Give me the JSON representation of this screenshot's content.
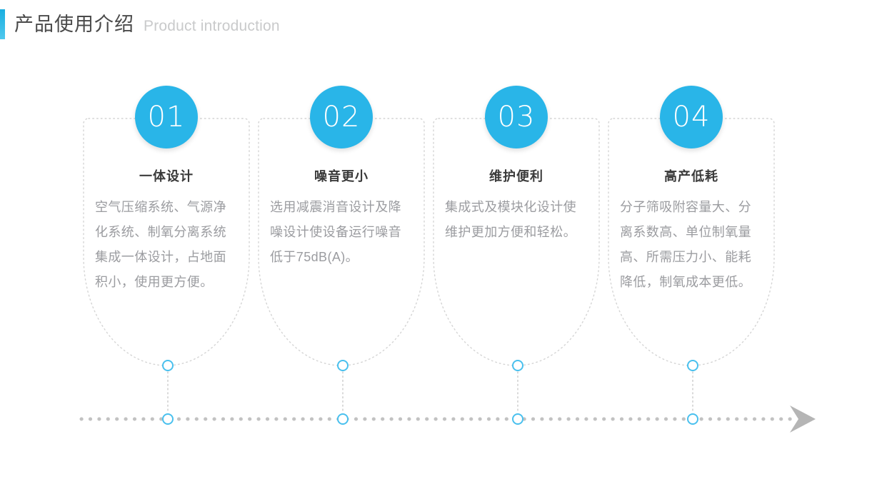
{
  "header": {
    "title_cn": "产品使用介绍",
    "title_en": "Product introduction",
    "accent_color_top": "#19AEE0",
    "accent_color_bottom": "#4FC8EE"
  },
  "theme": {
    "badge_color": "#29B5E8",
    "ring_color": "#49C0EE",
    "dotted_color": "#d0d0d0",
    "arrow_color": "#b5b5b5",
    "title_color": "#3a3a3a",
    "body_color": "#9b9ca0"
  },
  "cards": [
    {
      "number": "01",
      "title": "一体设计",
      "body": "空气压缩系统、气源净化系统、制氧分离系统集成一体设计，占地面积小，使用更方便。"
    },
    {
      "number": "02",
      "title": "噪音更小",
      "body": "选用减震消音设计及降噪设计使设备运行噪音低于75dB(A)。"
    },
    {
      "number": "03",
      "title": "维护便利",
      "body": "集成式及模块化设计使维护更加方便和轻松。"
    },
    {
      "number": "04",
      "title": "高产低耗",
      "body": "分子筛吸附容量大、分离系数高、单位制氧量高、所需压力小、能耗降低，制氧成本更低。"
    }
  ],
  "timeline": {
    "node_count": 4,
    "arrow_direction": "right"
  }
}
